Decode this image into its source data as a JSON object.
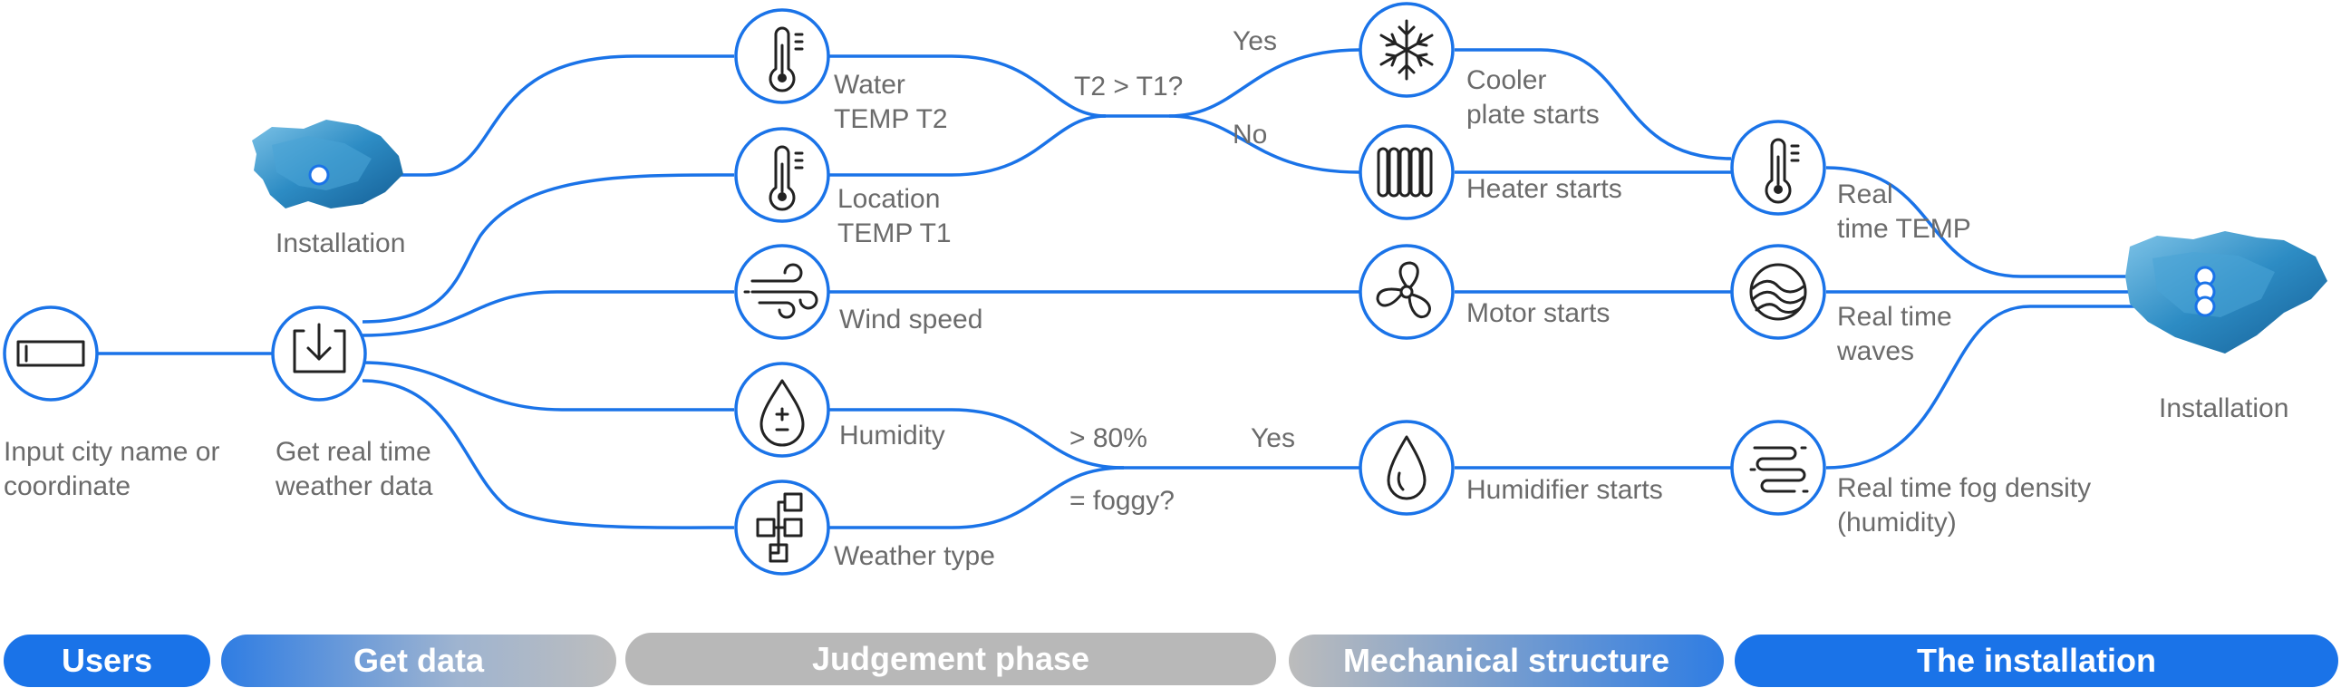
{
  "nodes": {
    "input": "Input city name or\ncoordinate",
    "get_data": "Get real time\nweather data",
    "water_temp": "Water\nTEMP T2",
    "location_temp": "Location\nTEMP T1",
    "wind": "Wind speed",
    "humidity": "Humidity",
    "weather_type": "Weather type",
    "cooler": "Cooler\nplate starts",
    "heater": "Heater starts",
    "motor": "Motor starts",
    "humidifier": "Humidifier starts",
    "realtime_temp": "Real\ntime TEMP",
    "realtime_waves": "Real time\nwaves",
    "realtime_fog": "Real time fog density\n(humidity)",
    "installation_left": "Installation",
    "installation_right": "Installation"
  },
  "conditions": {
    "temp_compare": "T2 > T1?",
    "yes_top": "Yes",
    "no_top": "No",
    "humidity_threshold": "> 80%",
    "foggy": "= foggy?",
    "yes_bottom": "Yes"
  },
  "phases": [
    {
      "label": "Users"
    },
    {
      "label": "Get data"
    },
    {
      "label": "Judgement phase"
    },
    {
      "label": "Mechanical structure"
    },
    {
      "label": "The installation"
    }
  ],
  "colors": {
    "accent": "#1a73e8",
    "phase_gray": "#b8b8b8",
    "text_gray": "#6b6b6b"
  }
}
